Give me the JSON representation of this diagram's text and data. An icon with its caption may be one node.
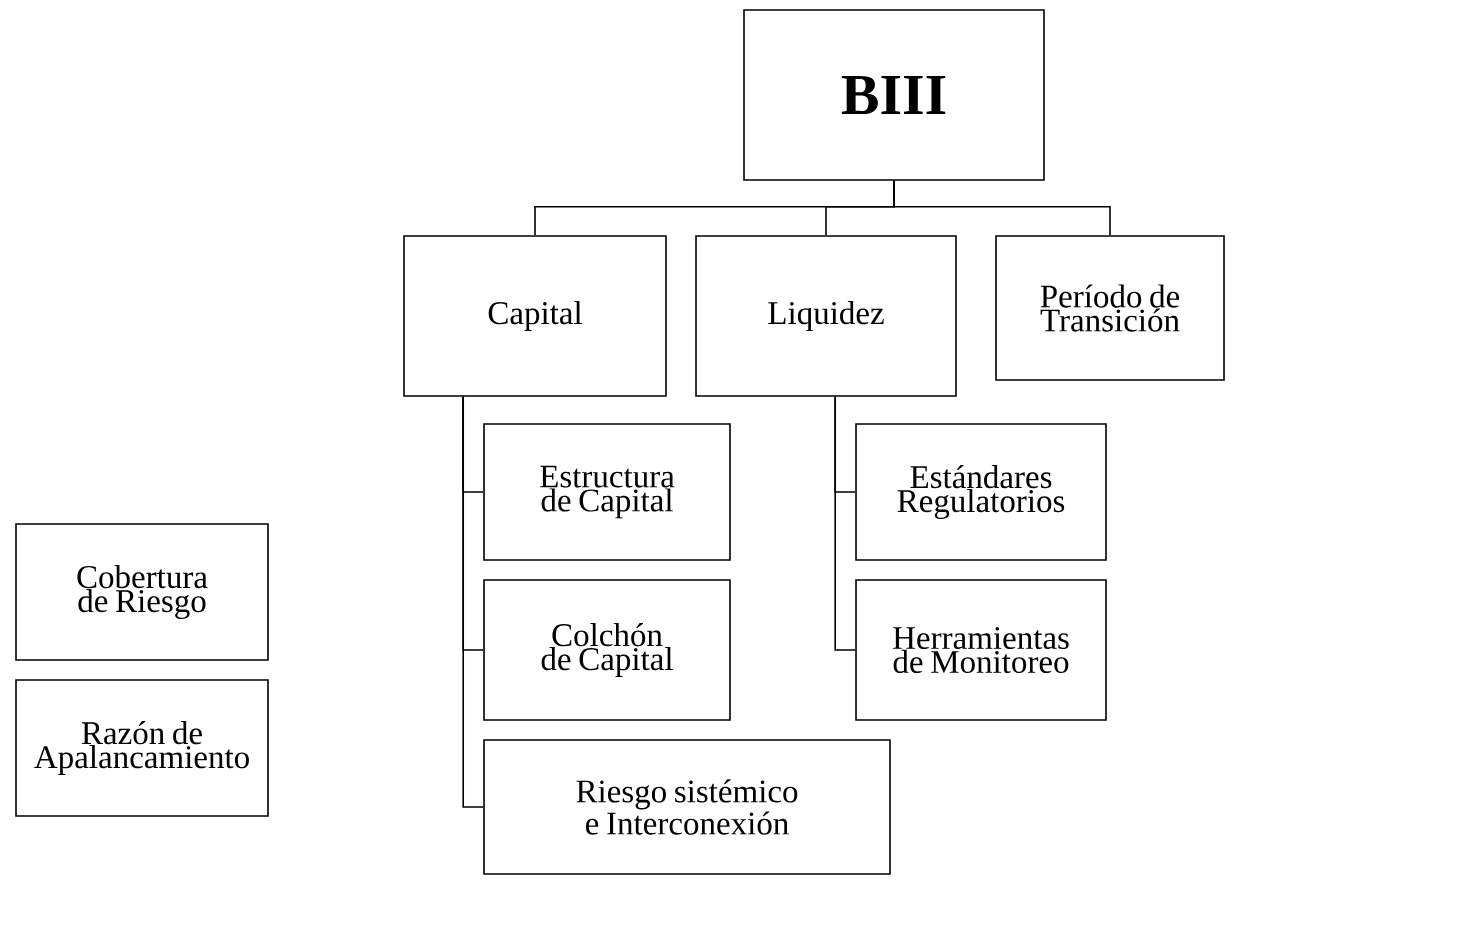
{
  "diagram": {
    "nodes": [
      {
        "text": [
          "BIII"
        ]
      },
      {
        "text": [
          "Capital"
        ]
      },
      {
        "text": [
          "Liquidez"
        ]
      },
      {
        "text": [
          "Período de Transición"
        ]
      },
      {
        "text": [
          "Estructura de Capital"
        ]
      },
      {
        "text": [
          "Estándares Regulatorios"
        ]
      },
      {
        "text": [
          "Cobertura de Riesgo"
        ]
      },
      {
        "text": [
          "Colchón de Capital"
        ]
      },
      {
        "text": [
          "Herramientas de Monitoreo"
        ]
      },
      {
        "text": [
          "Razón de Apalancamiento"
        ]
      },
      {
        "text": [
          "Riesgo sistémico e Interconexión"
        ]
      }
    ],
    "edges": [
      {
        "from": 0,
        "to": 1,
        "arrow": "none"
      },
      {
        "from": 0,
        "to": 2,
        "arrow": "none"
      },
      {
        "from": 0,
        "to": 3,
        "arrow": "none"
      },
      {
        "from": 1,
        "to": 4,
        "arrow": "none"
      },
      {
        "from": 1,
        "to": 7,
        "arrow": "none"
      },
      {
        "from": 1,
        "to": 10,
        "arrow": "none"
      },
      {
        "from": 2,
        "to": 5,
        "arrow": "none"
      },
      {
        "from": 2,
        "to": 8,
        "arrow": "none"
      }
    ]
  }
}
